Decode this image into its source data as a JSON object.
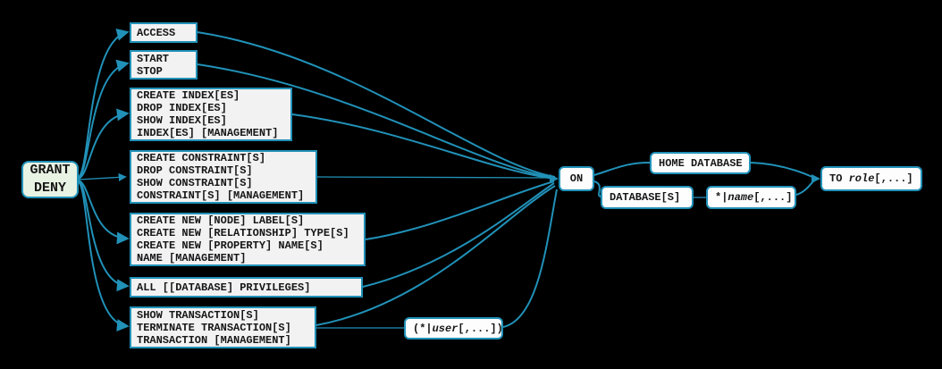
{
  "colors": {
    "background": "#000000",
    "accent": "#2191b8",
    "box_fill": "#f2f2f2",
    "keyword_fill": "#fdfdfd",
    "start_fill": "#e9f3e3",
    "text": "#161616"
  },
  "start": {
    "line1": "GRANT",
    "line2": "DENY"
  },
  "groups": [
    {
      "lines": [
        "ACCESS"
      ]
    },
    {
      "lines": [
        "START",
        "STOP"
      ]
    },
    {
      "lines": [
        "CREATE INDEX[ES]",
        "DROP INDEX[ES]",
        "SHOW INDEX[ES]",
        "INDEX[ES] [MANAGEMENT]"
      ]
    },
    {
      "lines": [
        "CREATE CONSTRAINT[S]",
        "DROP CONSTRAINT[S]",
        "SHOW CONSTRAINT[S]",
        "CONSTRAINT[S] [MANAGEMENT]"
      ]
    },
    {
      "lines": [
        "CREATE NEW [NODE] LABEL[S]",
        "CREATE NEW [RELATIONSHIP] TYPE[S]",
        "CREATE NEW [PROPERTY] NAME[S]",
        "NAME [MANAGEMENT]"
      ]
    },
    {
      "lines": [
        "ALL [[DATABASE] PRIVILEGES]"
      ]
    },
    {
      "lines": [
        "SHOW TRANSACTION[S]",
        "TERMINATE TRANSACTION[S]",
        "TRANSACTION [MANAGEMENT]"
      ]
    }
  ],
  "user_box": {
    "prefix": "(*|",
    "word": "user",
    "suffix": "[,...])"
  },
  "on_label": "ON",
  "home_label": "HOME DATABASE",
  "database_label": "DATABASE[S]",
  "name_box": {
    "prefix": "*|",
    "word": "name",
    "suffix": "[,...]"
  },
  "role_box": {
    "prefix": "TO ",
    "word": "role",
    "suffix": "[,...]"
  }
}
